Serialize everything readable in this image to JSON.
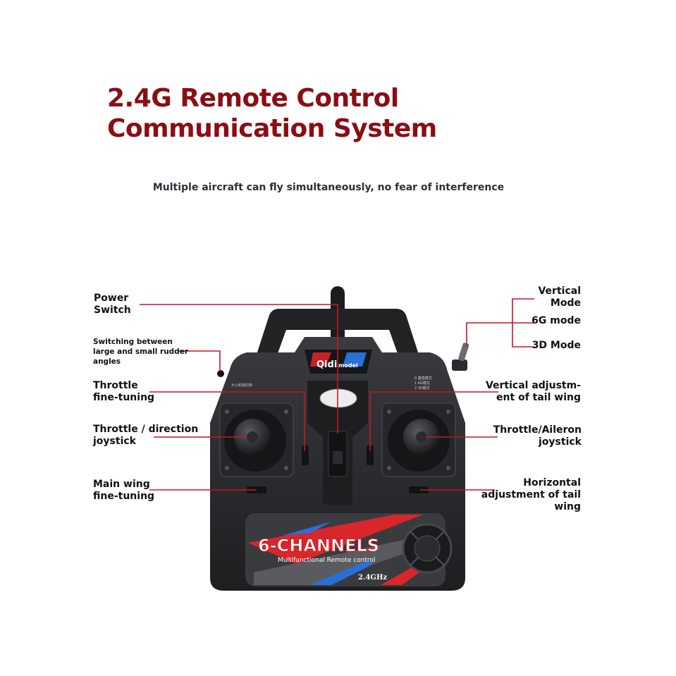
{
  "header": {
    "title_line1": "2.4G Remote Control",
    "title_line2": "Communication System",
    "subtitle": "Multiple aircraft can fly simultaneously, no fear of interference"
  },
  "labels": {
    "power_switch": "Power\nSwitch",
    "rudder_angles": "Switching between\nlarge and small rudder\nangles",
    "throttle_fine": "Throttle\nfine-tuning",
    "throttle_joystick": "Throttle / direction\njoystick",
    "main_wing": "Main wing\nfine-tuning",
    "vertical_mode": "Vertical\nMode",
    "mode_6g": "6G mode",
    "mode_3d": "3D Mode",
    "tail_vertical": "Vertical adjustm-\nent of tail wing",
    "aileron_joystick": "Throttle/Aileron\njoystick",
    "tail_horizontal": "Horizontal\nadjustment of tail\nwing"
  },
  "device": {
    "brand": "Qidi",
    "brand_suffix": "model",
    "channels": "6-CHANNELS",
    "tagline": "Multifunctional Remote control",
    "frequency": "2.4GHz",
    "switch_small_text": "大小舵幅切换",
    "mode_list": [
      "0  垂直模式",
      "1  6G模式",
      "2  3D模式"
    ]
  },
  "colors": {
    "title": "#8a0e14",
    "leader_line": "#c4172a",
    "body": "#2b2c2f",
    "body_dark": "#1a1b1d",
    "band_red": "#d8262a",
    "band_blue": "#2a6fd8"
  }
}
